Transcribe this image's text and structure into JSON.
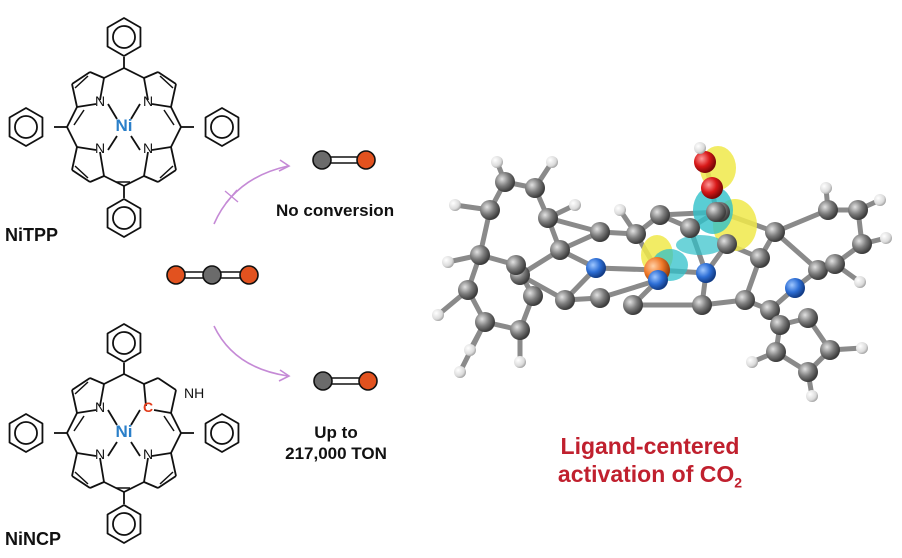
{
  "labels": {
    "nitpp": "NiTPP",
    "nincp": "NiNCP",
    "no_conversion": "No conversion",
    "ton_line1": "Up to",
    "ton_line2": "217,000 TON",
    "ligand_line1": "Ligand-centered",
    "ligand_line2": "activation of CO",
    "ligand_subscript": "2"
  },
  "atom_labels": {
    "nickel": "Ni",
    "nitrogen": "N",
    "carbon": "C",
    "nh": "NH"
  },
  "colors": {
    "carbon_atom": "#6b6b6b",
    "oxygen_atom": "#e2521f",
    "nickel_label": "#2a7fc9",
    "inverted_carbon_label": "#e23b1a",
    "arrow": "#c58ad6",
    "highlight_text": "#c0202e",
    "orbital_yellow": "#f0e94a",
    "orbital_cyan": "#2fc0c9",
    "nitrogen_ball": "#2e6fd6",
    "nickel_ball": "#f07a2a"
  },
  "icons": [
    "co-molecule",
    "co2-molecule",
    "reaction-arrow",
    "blocked-cross",
    "ball-and-stick-model"
  ]
}
